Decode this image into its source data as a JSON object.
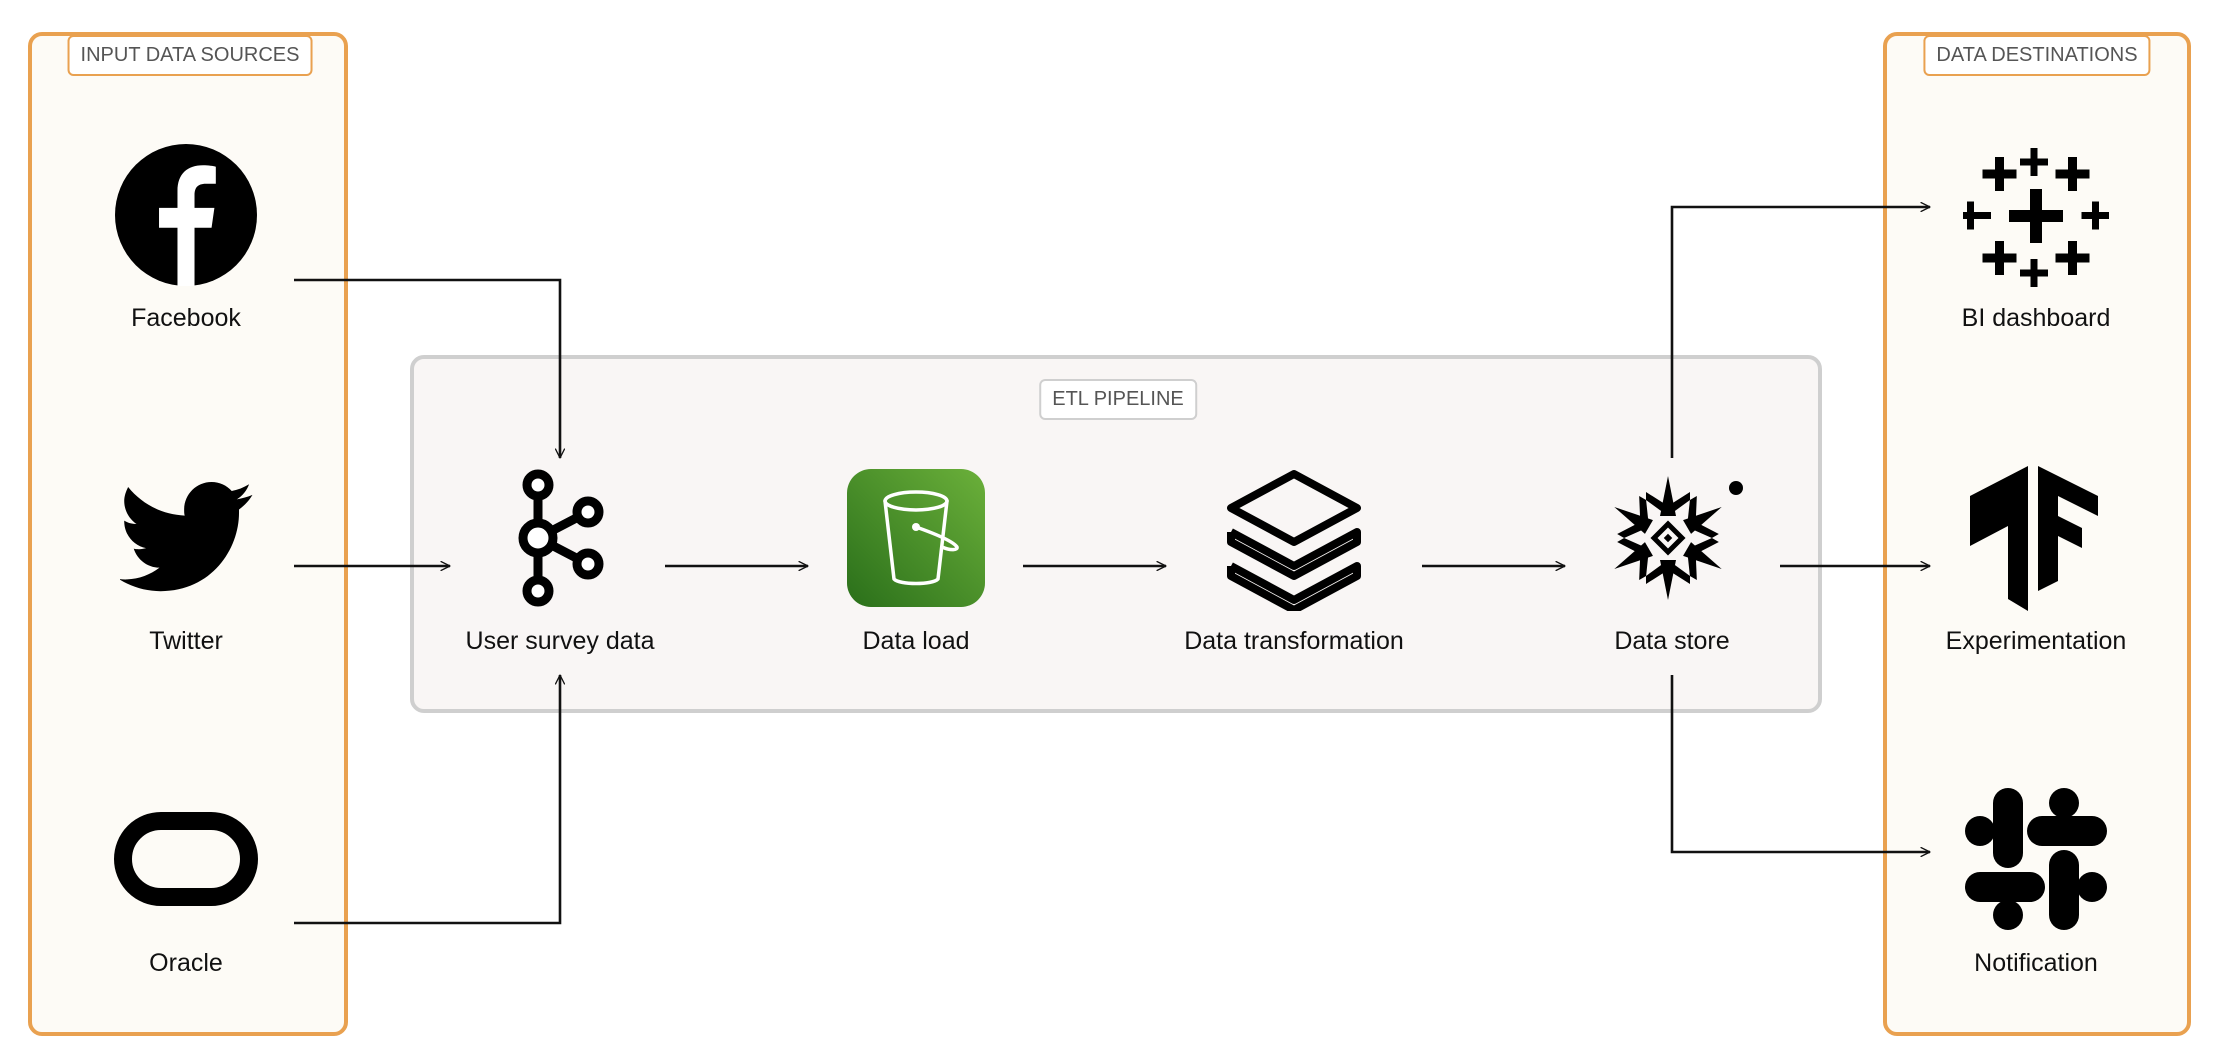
{
  "groups": {
    "inputs": "INPUT DATA SOURCES",
    "etl": "ETL PIPELINE",
    "outputs": "DATA DESTINATIONS"
  },
  "nodes": {
    "facebook": "Facebook",
    "twitter": "Twitter",
    "oracle": "Oracle",
    "user_survey": "User survey data",
    "data_load": "Data load",
    "data_transformation": "Data transformation",
    "data_store": "Data store",
    "bi_dashboard": "BI dashboard",
    "experimentation": "Experimentation",
    "notification": "Notification"
  },
  "icons": {
    "facebook": "facebook-icon",
    "twitter": "twitter-icon",
    "oracle": "oracle-icon",
    "user_survey": "kafka-icon",
    "data_load": "s3-bucket-icon",
    "data_transformation": "layers-icon",
    "data_store": "snowflake-icon",
    "bi_dashboard": "tableau-icon",
    "experimentation": "tensorflow-icon",
    "notification": "slack-icon"
  },
  "colors": {
    "group_border": "#e9a150",
    "etl_border": "#cfcfcf",
    "s3_green": "#3e8e22"
  },
  "edges": [
    [
      "facebook",
      "user_survey"
    ],
    [
      "twitter",
      "user_survey"
    ],
    [
      "oracle",
      "user_survey"
    ],
    [
      "user_survey",
      "data_load"
    ],
    [
      "data_load",
      "data_transformation"
    ],
    [
      "data_transformation",
      "data_store"
    ],
    [
      "data_store",
      "bi_dashboard"
    ],
    [
      "data_store",
      "experimentation"
    ],
    [
      "data_store",
      "notification"
    ]
  ]
}
